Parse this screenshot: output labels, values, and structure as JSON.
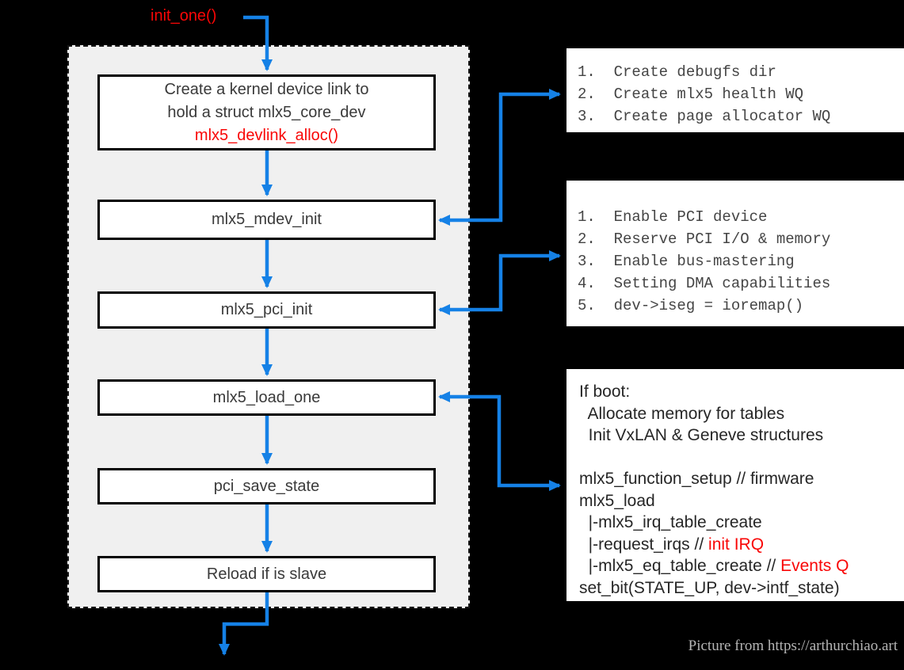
{
  "colors": {
    "arrow_blue": "#1581E6",
    "highlight_red": "#F90606",
    "container_bg": "#F0F0F0",
    "box_bg": "#FFFFFF",
    "page_bg": "#000000"
  },
  "entry": {
    "label": "init_one()"
  },
  "flowchart": {
    "box1": {
      "line1": "Create a kernel device link to",
      "line2": "hold a struct mlx5_core_dev",
      "line3": "mlx5_devlink_alloc()"
    },
    "box2": {
      "label": "mlx5_mdev_init"
    },
    "box3": {
      "label": "mlx5_pci_init"
    },
    "box4": {
      "label": "mlx5_load_one"
    },
    "box5": {
      "label": "pci_save_state"
    },
    "box6": {
      "label": "Reload if is slave"
    }
  },
  "annotations": {
    "mdev_init_steps": {
      "line1": "1.  Create debugfs dir",
      "line2": "2.  Create mlx5 health WQ",
      "line3": "3.  Create page allocator WQ"
    },
    "pci_init_steps": {
      "line1": "1.  Enable PCI device",
      "line2": "2.  Reserve PCI I/O & memory",
      "line3": "3.  Enable bus-mastering",
      "line4": "4.  Setting DMA capabilities",
      "line5": "5.  dev->iseg = ioremap()"
    },
    "load_one_detail": {
      "line1": "If boot:",
      "line2": "  Allocate memory for tables",
      "line3": "  Init VxLAN & Geneve structures",
      "line5": "mlx5_function_setup // firmware",
      "line6": "mlx5_load",
      "line7": "  |-mlx5_irq_table_create",
      "line8_prefix": "  |-request_irqs // ",
      "line8_red": "init IRQ",
      "line9_prefix": "  |-mlx5_eq_table_create // ",
      "line9_red": "Events Q",
      "line10": "set_bit(STATE_UP, dev->intf_state)"
    }
  },
  "footer": {
    "credit": "Picture from https://arthurchiao.art"
  }
}
